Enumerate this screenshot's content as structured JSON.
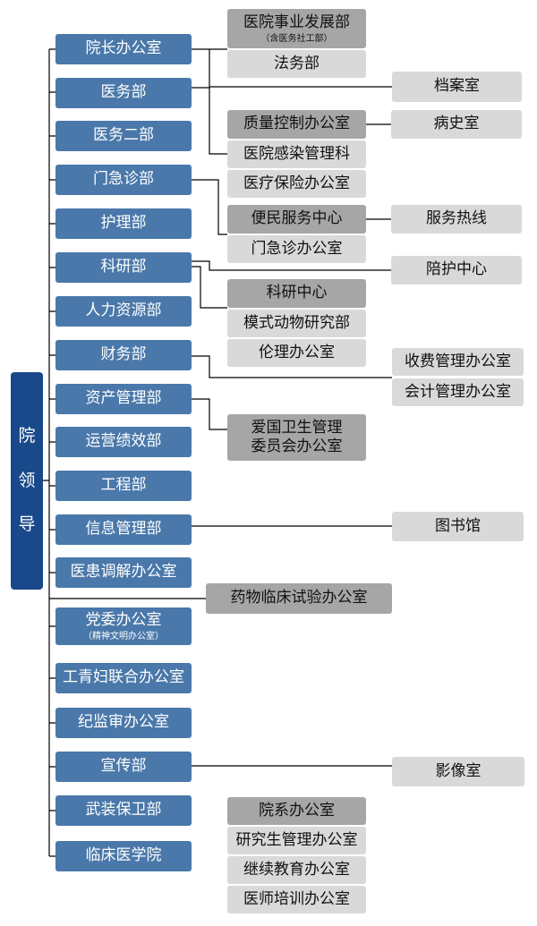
{
  "leadership": [
    "院",
    "领",
    "导"
  ],
  "departments": [
    "院长办公室",
    "医务部",
    "医务二部",
    "门急诊部",
    "护理部",
    "科研部",
    "人力资源部",
    "财务部",
    "资产管理部",
    "运营绩效部",
    "工程部",
    "信息管理部",
    "医患调解办公室",
    "党委办公室",
    "工青妇联合办公室",
    "纪监审办公室",
    "宣传部",
    "武装保卫部",
    "临床医学院"
  ],
  "department_notes": {
    "party_office": "（精神文明办公室）"
  },
  "units": {
    "hospital_development": {
      "label": "医院事业发展部",
      "note": "（含医务社工部）"
    },
    "legal": "法务部",
    "quality_control": "质量控制办公室",
    "infection_control": "医院感染管理科",
    "medical_insurance": "医疗保险办公室",
    "service_center": "便民服务中心",
    "outpatient_office": "门急诊办公室",
    "research_center": "科研中心",
    "animal_research": "模式动物研究部",
    "ethics": "伦理办公室",
    "patriotic_health": "爱国卫生管理委员会办公室",
    "drug_trial": "药物临床试验办公室",
    "faculty_office": "院系办公室",
    "graduate_office": "研究生管理办公室",
    "continuing_education": "继续教育办公室",
    "physician_training": "医师培训办公室"
  },
  "far_units": {
    "archives": "档案室",
    "medical_records": "病史室",
    "service_hotline": "服务热线",
    "escort_center": "陪护中心",
    "fee_management": "收费管理办公室",
    "accounting": "会计管理办公室",
    "library": "图书馆",
    "imaging": "影像室"
  },
  "colors": {
    "department": "#4a78aa",
    "leadership": "#19498a",
    "unit_dark": "#a6a6a6",
    "unit_light": "#d9d9d9",
    "connector": "#000000"
  }
}
